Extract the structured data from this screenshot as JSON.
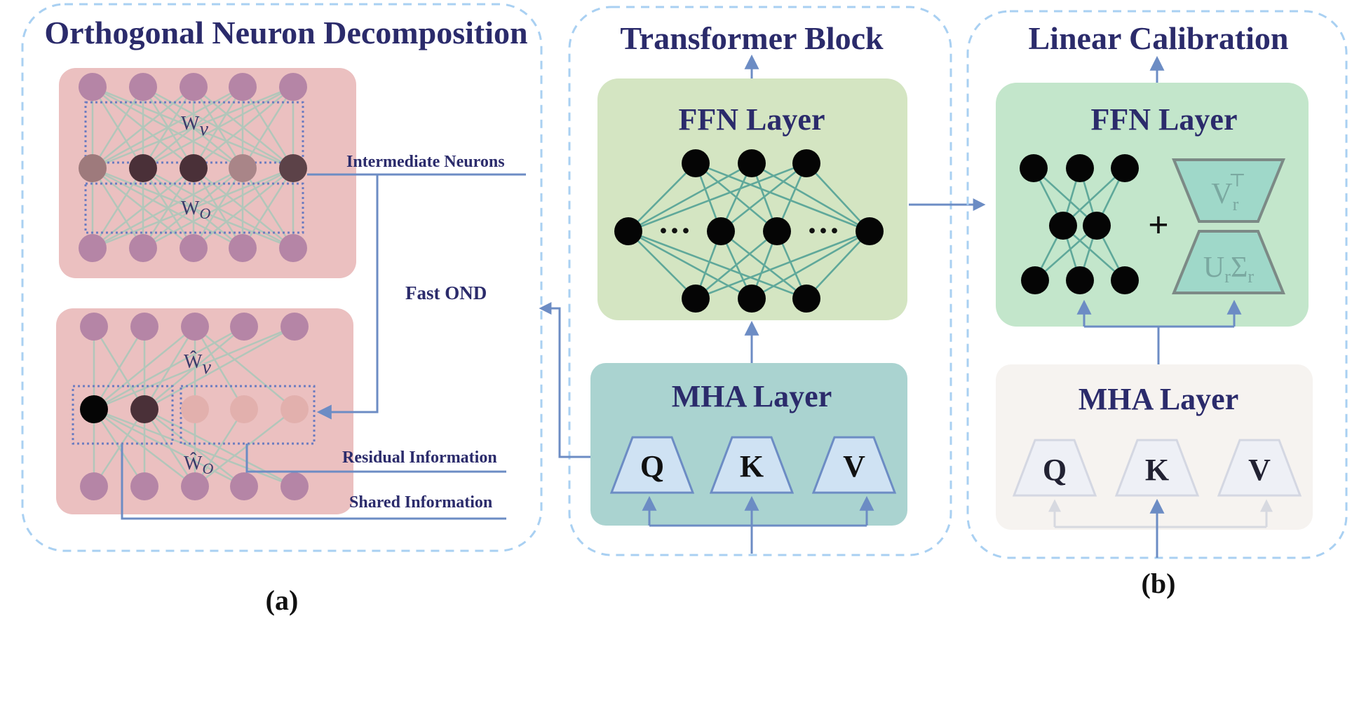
{
  "panel_a": {
    "title": "Orthogonal Neuron Decomposition",
    "top_block": {
      "w_top": "W",
      "w_top_sub": "v",
      "w_bottom": "W",
      "w_bottom_sub": "O"
    },
    "bottom_block": {
      "w_top": "Ŵ",
      "w_top_sub": "v",
      "w_bottom": "Ŵ",
      "w_bottom_sub": "O"
    },
    "labels": {
      "intermediate": "Intermediate Neurons",
      "fast_ond": "Fast OND",
      "residual": "Residual Information",
      "shared": "Shared Information"
    },
    "caption": "(a)"
  },
  "panel_transformer": {
    "title": "Transformer Block",
    "ffn_label": "FFN Layer",
    "ffn_dots": "···",
    "mha_label": "MHA Layer",
    "q": "Q",
    "k": "K",
    "v": "V"
  },
  "panel_linear": {
    "title": "Linear Calibration",
    "ffn_label": "FFN Layer",
    "plus": "+",
    "vr": "V",
    "vr_sub": "r",
    "vr_sup": "⊤",
    "ur": "U",
    "ur_sub": "r",
    "sigma": "Σ",
    "sigma_sub": "r",
    "mha_label": "MHA Layer",
    "q": "Q",
    "k": "K",
    "v": "V",
    "caption": "(b)"
  },
  "colors": {
    "dashed_border": "#a9d0f2",
    "pink_block": "#ebc0c0",
    "ffn_green": "#d4e5c2",
    "mha_teal": "#aad3d0",
    "calib_green": "#c3e6cb",
    "mha_faded": "#f6f3f0",
    "connector_blue": "#6c8cc4",
    "edge_teal": "#5fa89a",
    "title_navy": "#2b2b6b"
  }
}
